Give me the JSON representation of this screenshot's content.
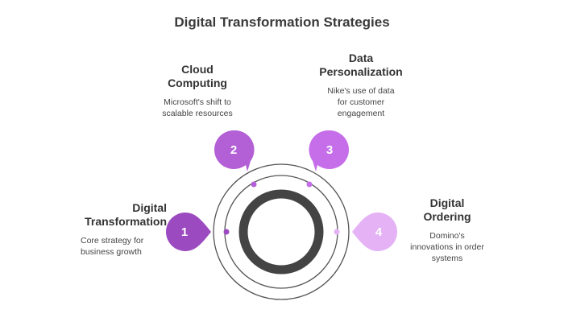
{
  "title": "Digital Transformation Strategies",
  "colors": {
    "ring": "#555555",
    "core": "#444444",
    "node1": "#9b4ac0",
    "node2": "#b35fd6",
    "node3": "#c66ee9",
    "node4": "#e4b2f5"
  },
  "items": [
    {
      "number": "1",
      "heading_lines": [
        "Digital",
        "Transformation"
      ],
      "desc_lines": [
        "Core strategy for",
        "business growth"
      ]
    },
    {
      "number": "2",
      "heading_lines": [
        "Cloud",
        "Computing"
      ],
      "desc_lines": [
        "Microsoft's shift to",
        "scalable resources"
      ]
    },
    {
      "number": "3",
      "heading_lines": [
        "Data",
        "Personalization"
      ],
      "desc_lines": [
        "Nike's use of data",
        "for customer",
        "engagement"
      ]
    },
    {
      "number": "4",
      "heading_lines": [
        "Digital",
        "Ordering"
      ],
      "desc_lines": [
        "Domino's",
        "innovations in order",
        "systems"
      ]
    }
  ]
}
